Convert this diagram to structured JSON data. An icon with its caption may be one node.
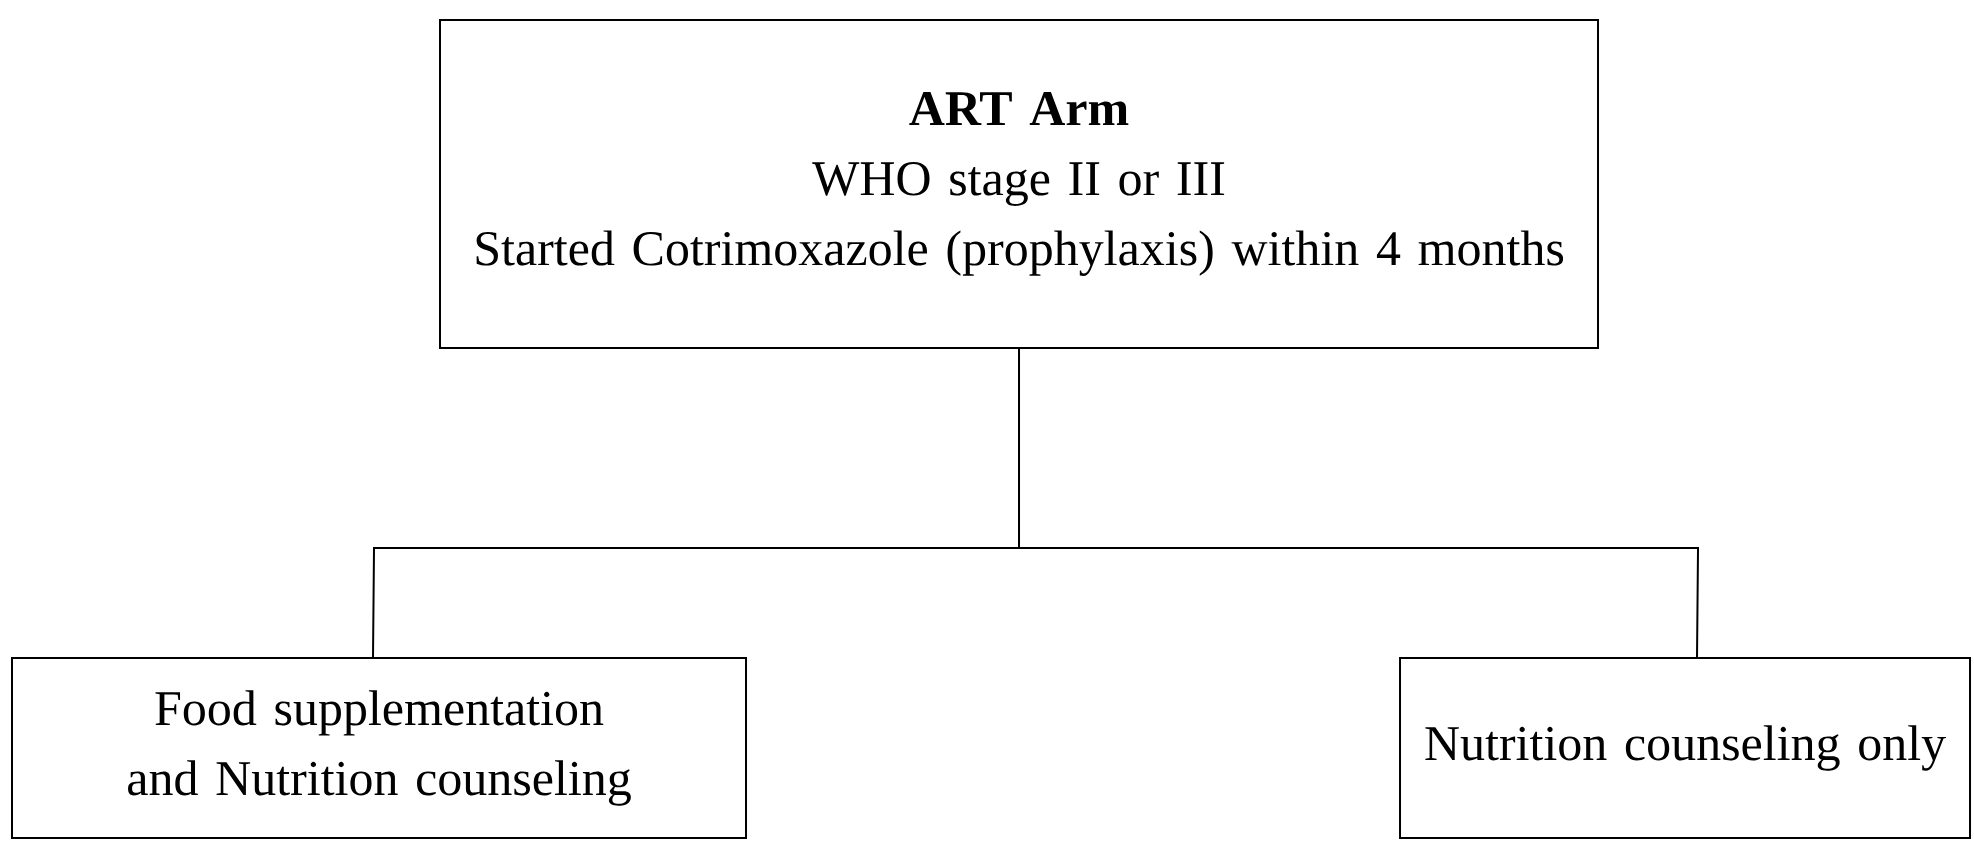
{
  "diagram": {
    "nodes": [
      {
        "text": [
          "ART Arm",
          "WHO stage II or III",
          "Started Cotrimoxazole (prophylaxis) within 4 months"
        ]
      },
      {
        "text": [
          "Food supplementation and Nutrition counseling"
        ]
      },
      {
        "text": [
          "Nutrition counseling only"
        ]
      }
    ],
    "edges": [
      {
        "from": 0,
        "to": 1,
        "arrow": "none"
      },
      {
        "from": 0,
        "to": 2,
        "arrow": "none"
      }
    ]
  }
}
